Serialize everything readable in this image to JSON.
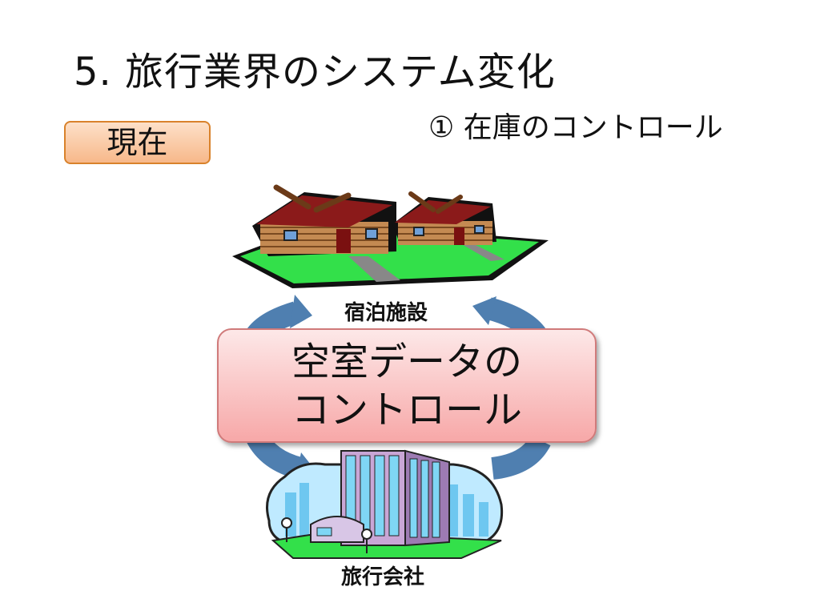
{
  "slide": {
    "title": "5. 旅行業界のシステム変化",
    "subtitle": "① 在庫のコントロール",
    "badge": "現在",
    "center_box": {
      "line1": "空室データの",
      "line2": "コントロール"
    },
    "nodes": {
      "lodging": "宿泊施設",
      "agency": "旅行会社"
    }
  },
  "colors": {
    "badge_fill": "#f7b88a",
    "badge_border": "#d9822b",
    "center_fill": "#f7a8a8",
    "arrow": "#4f7fb0",
    "grass": "#33e04a"
  },
  "icons": [
    "log-cabins-icon",
    "office-building-icon",
    "cycle-arrows-icon"
  ]
}
